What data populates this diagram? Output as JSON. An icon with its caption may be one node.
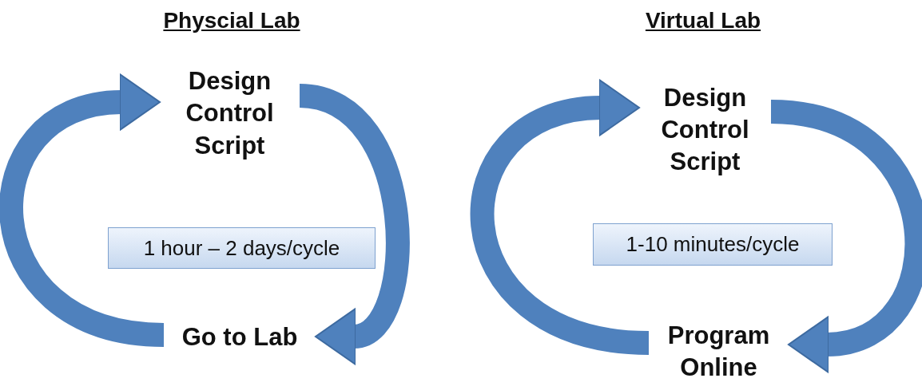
{
  "diagram": {
    "nodes": [
      {
        "text": [
          "Design Control Script"
        ]
      },
      {
        "text": [
          "Go to Lab"
        ]
      },
      {
        "text": [
          "1 hour – 2 days/cycle"
        ]
      },
      {
        "text": [
          "Design Control Script"
        ]
      },
      {
        "text": [
          "Program Online"
        ]
      },
      {
        "text": [
          "1-10 minutes/cycle"
        ]
      }
    ],
    "edges": [
      {
        "from": 1,
        "to": 0,
        "arrow": "to"
      },
      {
        "from": 0,
        "to": 1,
        "arrow": "to"
      },
      {
        "from": 4,
        "to": 3,
        "arrow": "to"
      },
      {
        "from": 3,
        "to": 4,
        "arrow": "to"
      }
    ],
    "labels": [
      "Physcial Lab",
      "Virtual Lab"
    ]
  }
}
